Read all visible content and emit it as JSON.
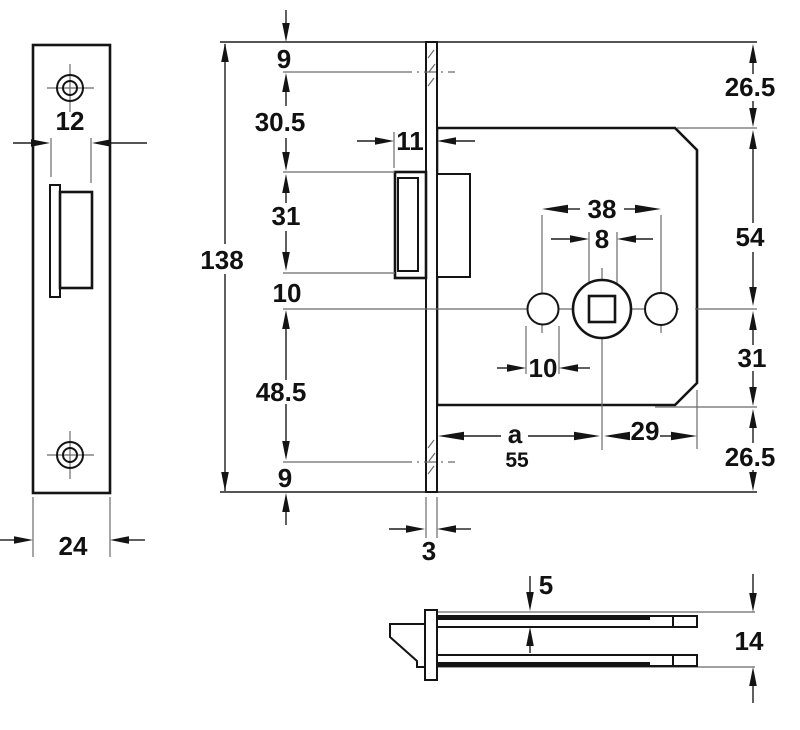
{
  "views": {
    "faceplate_front": {
      "slot_width": "12",
      "plate_width": "24"
    },
    "lock_side": {
      "vertical": {
        "top_offset": "9",
        "top_to_bolt": "30.5",
        "bolt_height": "31",
        "bolt_to_center": "10",
        "center_to_bottom": "48.5",
        "bottom_offset": "9",
        "total_height": "138"
      },
      "right": {
        "top_margin": "26.5",
        "top_to_center": "54",
        "center_to_lower_edge": "31",
        "bottom_margin": "26.5"
      },
      "horizontal": {
        "bolt_protrusion": "11",
        "hole_spacing": "38",
        "spindle_square": "8",
        "hole_diameter": "10",
        "backset_label": "a",
        "backset_value": "55",
        "center_to_case_edge": "29",
        "faceplate_thickness": "3"
      }
    },
    "lock_plan": {
      "case_plate_offset": "5",
      "case_thickness": "14"
    }
  },
  "colors": {
    "line": "#141414",
    "thin_line": "#6b6b6b",
    "background": "#ffffff"
  }
}
